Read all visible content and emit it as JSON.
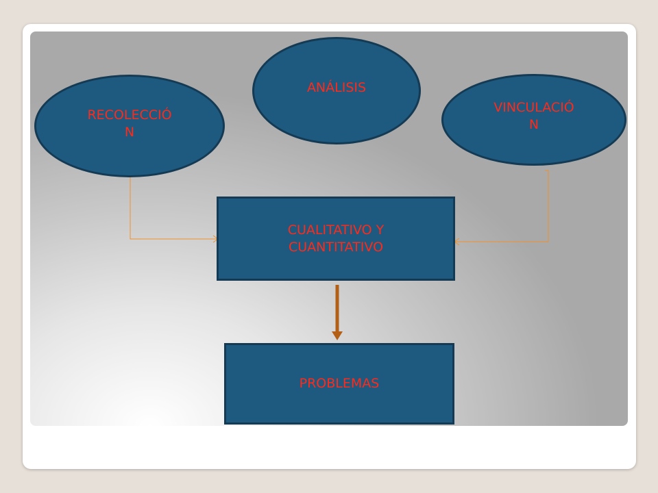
{
  "diagram": {
    "nodes": {
      "recoleccion": "RECOLECCIÓ\nN",
      "analisis": "ANÁLISIS",
      "vinculacion": "VINCULACIÓ\nN",
      "cualitativo": "CUALITATIVO Y\nCUANTITATIVO",
      "problemas": "PROBLEMAS"
    },
    "colors": {
      "node_fill": "#1e5a7f",
      "node_border": "#143a54",
      "node_text": "#ff2a1a",
      "connector": "#f0902c",
      "main_arrow": "#b45f16"
    }
  }
}
